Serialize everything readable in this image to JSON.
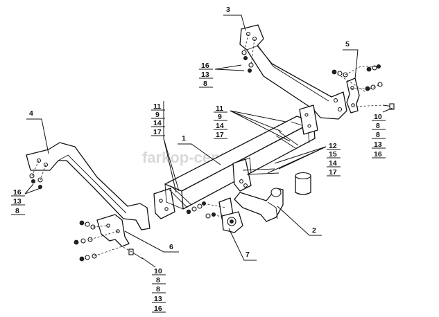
{
  "watermark": "farkop-center.ru",
  "callouts": [
    {
      "id": "c1",
      "label": "1"
    },
    {
      "id": "c2",
      "label": "2"
    },
    {
      "id": "c3",
      "label": "3"
    },
    {
      "id": "c4",
      "label": "4"
    },
    {
      "id": "c5",
      "label": "5"
    },
    {
      "id": "c6",
      "label": "6"
    },
    {
      "id": "c7",
      "label": "7"
    }
  ],
  "stacks": [
    {
      "id": "s1",
      "items": [
        "11",
        "9",
        "14",
        "17"
      ]
    },
    {
      "id": "s2",
      "items": [
        "11",
        "9",
        "14",
        "17"
      ]
    },
    {
      "id": "s3",
      "items": [
        "12",
        "15",
        "14",
        "17"
      ]
    },
    {
      "id": "s4",
      "items": [
        "16",
        "13",
        "8"
      ]
    },
    {
      "id": "s5",
      "items": [
        "16",
        "13",
        "8"
      ]
    },
    {
      "id": "s6",
      "items": [
        "10",
        "8",
        "8",
        "13",
        "16"
      ]
    },
    {
      "id": "s7",
      "items": [
        "10",
        "8",
        "8",
        "13",
        "16"
      ]
    }
  ]
}
